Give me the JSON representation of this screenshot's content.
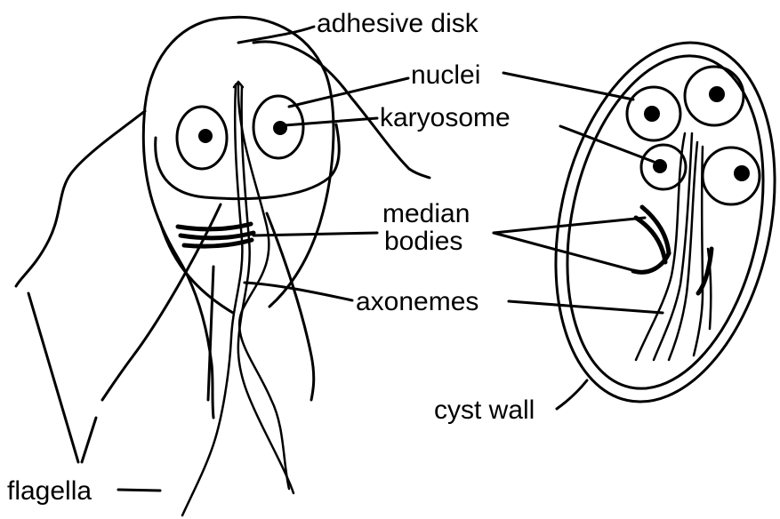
{
  "labels": {
    "adhesive_disk": "adhesive disk",
    "nuclei": "nuclei",
    "karyosome": "karyosome",
    "median_line1": "median",
    "median_line2": "bodies",
    "axonemes": "axonemes",
    "cyst_wall": "cyst wall",
    "flagella": "flagella"
  }
}
